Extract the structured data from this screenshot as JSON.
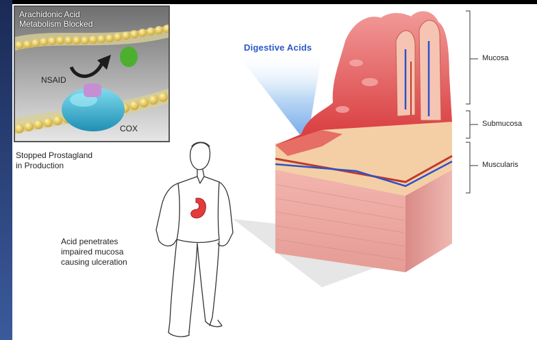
{
  "inset": {
    "title_line1": "Arachidonic Acid",
    "title_line2": "Metabolism Blocked",
    "nsaid_label": "NSAID",
    "cox_label": "COX"
  },
  "captions": {
    "prostaglandin_line1": "Stopped Prostagland",
    "prostaglandin_line2": "in Production",
    "acid_line1": "Acid penetrates",
    "acid_line2": "impaired mucosa",
    "acid_line3": "causing ulceration"
  },
  "arrow_label": "Digestive Acids",
  "layers": {
    "mucosa": "Mucosa",
    "submucosa": "Submucosa",
    "muscularis": "Muscularis"
  },
  "colors": {
    "acid_blue": "#2b58c8",
    "tissue_red": "#d84a4a",
    "tissue_pink": "#e7a7a2",
    "cox_teal": "#33b7d4",
    "nsaid_lilac": "#c78fd3",
    "inset_green": "#4daf2e"
  }
}
